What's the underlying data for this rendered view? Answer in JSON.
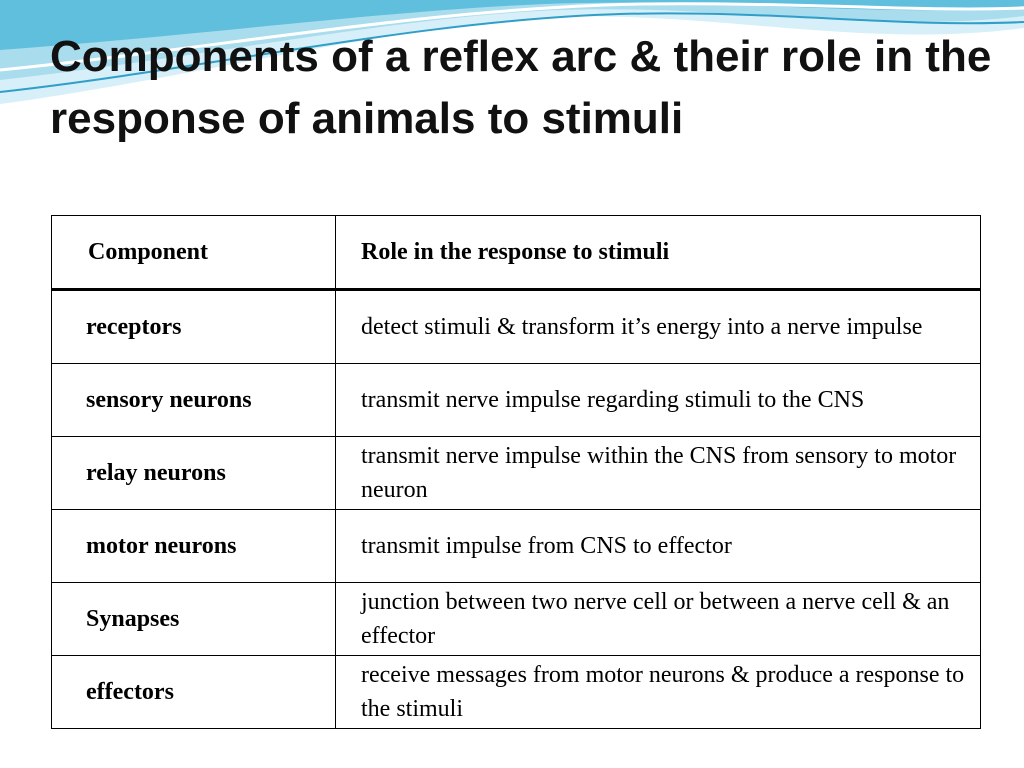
{
  "slide": {
    "title": "Components of a reflex arc & their role in the response of animals to stimuli"
  },
  "table": {
    "header": {
      "component": "Component",
      "role": "Role in the response to stimuli"
    },
    "rows": [
      {
        "component": "receptors",
        "role": "detect stimuli & transform it’s energy into a nerve impulse"
      },
      {
        "component": "sensory neurons",
        "role": "transmit nerve impulse regarding stimuli to the CNS"
      },
      {
        "component": "relay neurons",
        "role": "transmit nerve impulse  within the CNS from sensory to motor neuron"
      },
      {
        "component": "motor neurons",
        "role": "transmit impulse from CNS to effector"
      },
      {
        "component": "Synapses",
        "role": "junction between two nerve cell or between a nerve cell & an effector"
      },
      {
        "component": "effectors",
        "role": "receive messages from motor neurons & produce a response to the stimuli"
      }
    ]
  },
  "theme": {
    "wave_light": "#d6eff8",
    "wave_mid": "#a9dced",
    "wave_dark": "#5fbfdd",
    "wave_accent": "#2f9fc9"
  }
}
